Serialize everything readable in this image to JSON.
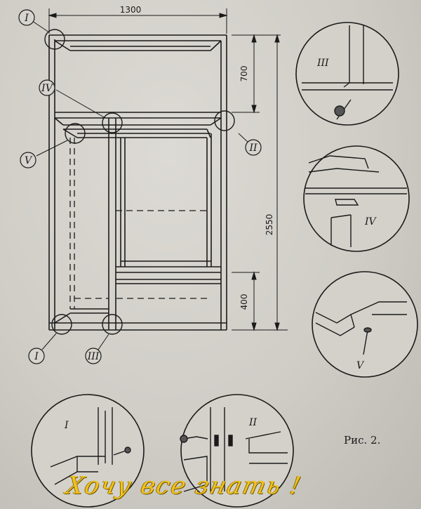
{
  "dimensions": {
    "width": "1300",
    "total_height": "2550",
    "upper_section": "700",
    "lower_section": "400"
  },
  "callouts": [
    "I",
    "II",
    "III",
    "IV",
    "V"
  ],
  "details": [
    {
      "id": "III",
      "label": "III"
    },
    {
      "id": "IV",
      "label": "IV"
    },
    {
      "id": "V",
      "label": "V"
    },
    {
      "id": "I",
      "label": "I"
    },
    {
      "id": "II",
      "label": "II"
    }
  ],
  "caption": "Рис. 2.",
  "watermark": "Хочу все знать !",
  "colors": {
    "line": "#1a1a1a",
    "paper": "#d6d4ce",
    "watermark": "#f2c21b"
  }
}
